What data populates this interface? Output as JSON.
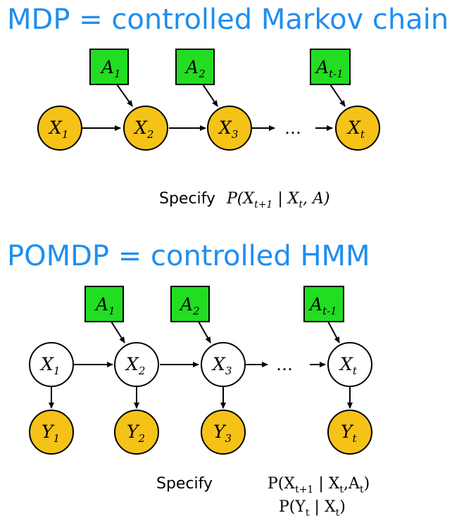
{
  "colors": {
    "title": "#1f8ef0",
    "action_fill": "#22dd22",
    "state_fill": "#f5c218",
    "hidden_fill": "#ffffff"
  },
  "mdp": {
    "title": "MDP = controlled Markov chain",
    "actions": [
      {
        "base": "A",
        "sub": "1"
      },
      {
        "base": "A",
        "sub": "2"
      },
      {
        "base": "A",
        "sub": "t-1"
      }
    ],
    "states": [
      {
        "base": "X",
        "sub": "1"
      },
      {
        "base": "X",
        "sub": "2"
      },
      {
        "base": "X",
        "sub": "3"
      },
      {
        "base": "X",
        "sub": "t"
      }
    ],
    "ellipsis": "…",
    "specify_label": "Specify",
    "formula": {
      "open": "P(X",
      "sub1": "t+1",
      "mid": " | X",
      "sub2": "t",
      "close": ", A)"
    }
  },
  "pomdp": {
    "title": "POMDP = controlled HMM",
    "actions": [
      {
        "base": "A",
        "sub": "1"
      },
      {
        "base": "A",
        "sub": "2"
      },
      {
        "base": "A",
        "sub": "t-1"
      }
    ],
    "states": [
      {
        "base": "X",
        "sub": "1"
      },
      {
        "base": "X",
        "sub": "2"
      },
      {
        "base": "X",
        "sub": "3"
      },
      {
        "base": "X",
        "sub": "t"
      }
    ],
    "observations": [
      {
        "base": "Y",
        "sub": "1"
      },
      {
        "base": "Y",
        "sub": "2"
      },
      {
        "base": "Y",
        "sub": "3"
      },
      {
        "base": "Y",
        "sub": "t"
      }
    ],
    "ellipsis": "…",
    "specify_label": "Specify",
    "formula1": {
      "open": "P(X",
      "sub1": "t+1",
      "mid": " | X",
      "sub2": "t",
      "mid2": ",A",
      "sub3": "t",
      "close": ")"
    },
    "formula2": {
      "open": "P(Y",
      "sub1": "t",
      "mid": " | X",
      "sub2": "t",
      "close": ")"
    }
  }
}
